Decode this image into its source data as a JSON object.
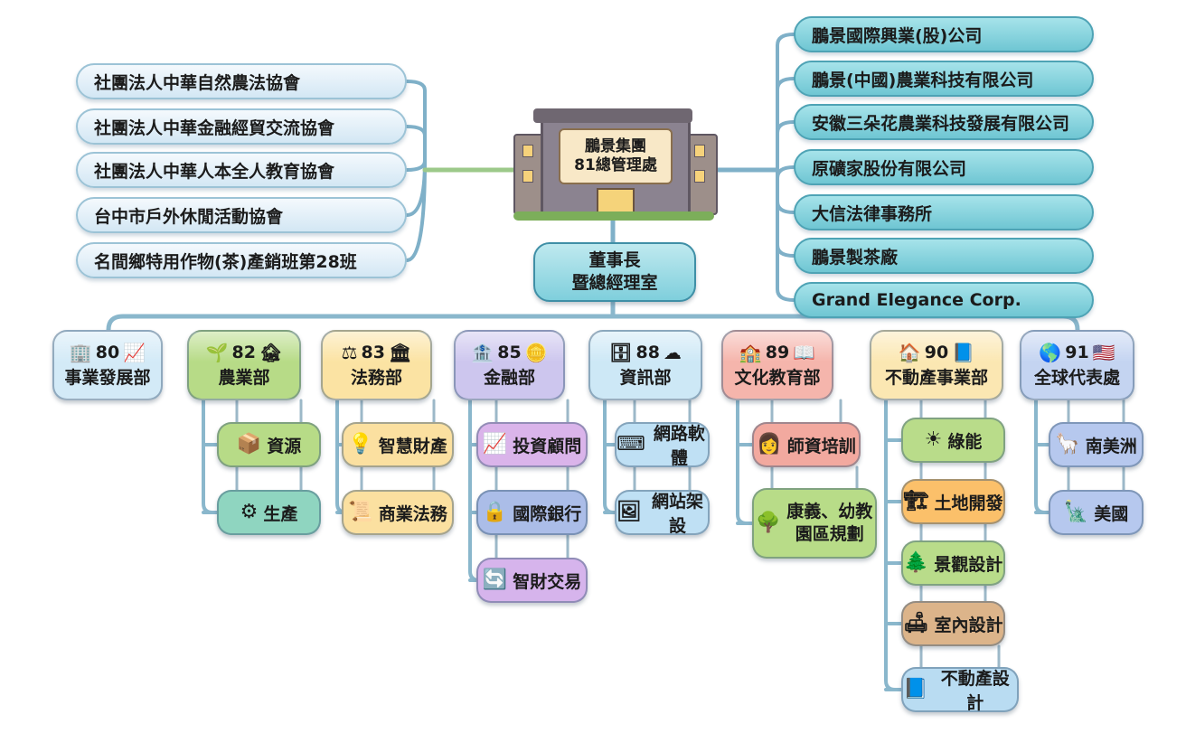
{
  "headquarters": {
    "line1": "鵬景集團",
    "line2": "81總管理處"
  },
  "chairman": {
    "line1": "董事長",
    "line2": "暨總經理室"
  },
  "associations": [
    "社團法人中華自然農法協會",
    "社團法人中華金融經貿交流協會",
    "社團法人中華人本全人教育協會",
    "台中市戶外休閒活動協會",
    "名間鄉特用作物(茶)產銷班第28班"
  ],
  "companies": [
    "鵬景國際興業(股)公司",
    "鵬景(中國)農業科技有限公司",
    "安徽三朵花農業科技發展有限公司",
    "原礦家股份有限公司",
    "大信法律事務所",
    "鵬景製茶廠",
    "Grand Elegance Corp."
  ],
  "departments": [
    {
      "code": "80",
      "name": "事業發展部",
      "color": "#d3eaf7",
      "icons": [
        "office-building-icon",
        "growth-chart-icon"
      ],
      "subs": []
    },
    {
      "code": "82",
      "name": "農業部",
      "color": "#b7db87",
      "icons": [
        "crops-icon",
        "barn-icon"
      ],
      "subs": [
        {
          "name": "資源",
          "color": "#b7db87",
          "icon": "boxes-icon"
        },
        {
          "name": "生產",
          "color": "#8fd5c0",
          "icon": "gear-icon"
        }
      ]
    },
    {
      "code": "83",
      "name": "法務部",
      "color": "#fbe3a3",
      "icons": [
        "scales-icon",
        "courthouse-icon"
      ],
      "subs": [
        {
          "name": "智慧財產",
          "color": "#fbe0a0",
          "icon": "lightbulb-icon"
        },
        {
          "name": "商業法務",
          "color": "#fbe0a0",
          "icon": "scroll-icon"
        }
      ]
    },
    {
      "code": "85",
      "name": "金融部",
      "color": "#cdc6ee",
      "icons": [
        "bank-icon",
        "coin-hand-icon"
      ],
      "subs": [
        {
          "name": "投資顧問",
          "color": "#dab4ea",
          "icon": "chart-icon"
        },
        {
          "name": "國際銀行",
          "color": "#abbde8",
          "icon": "safe-icon"
        },
        {
          "name": "智財交易",
          "color": "#d6b4ec",
          "icon": "exchange-icon"
        }
      ]
    },
    {
      "code": "88",
      "name": "資訊部",
      "color": "#cde8f6",
      "icons": [
        "server-icon",
        "cloud-network-icon"
      ],
      "subs": [
        {
          "name": "網路軟體",
          "color": "#bfe0f4",
          "icon": "code-icon"
        },
        {
          "name": "網站架設",
          "color": "#bfe0f4",
          "icon": "webpage-icon"
        }
      ]
    },
    {
      "code": "89",
      "name": "文化教育部",
      "color": "#f5b5ac",
      "icons": [
        "school-icon",
        "book-icon"
      ],
      "subs": [
        {
          "name": "師資培訓",
          "color": "#f2a99f",
          "icon": "teacher-icon"
        },
        {
          "name": "康義、幼教園區規劃",
          "color": "#b8dc88",
          "icon": "tree-icon"
        }
      ]
    },
    {
      "code": "90",
      "name": "不動產事業部",
      "color": "#fbe7b2",
      "icons": [
        "house-icon",
        "blueprint-icon"
      ],
      "subs": [
        {
          "name": "綠能",
          "color": "#b9dc8a",
          "icon": "solar-panel-icon"
        },
        {
          "name": "土地開發",
          "color": "#fbc06a",
          "icon": "crane-icon"
        },
        {
          "name": "景觀設計",
          "color": "#b9dc8a",
          "icon": "trees-icon"
        },
        {
          "name": "室內設計",
          "color": "#dcb48a",
          "icon": "furniture-icon"
        },
        {
          "name": "不動產設計",
          "color": "#b9dcf2",
          "icon": "blueprint-icon"
        }
      ]
    },
    {
      "code": "91",
      "name": "全球代表處",
      "color": "#c4d4f1",
      "icons": [
        "globe-icon",
        "flags-icon"
      ],
      "subs": [
        {
          "name": "南美洲",
          "color": "#b6c8ee",
          "icon": "llama-icon"
        },
        {
          "name": "美國",
          "color": "#b6c8ee",
          "icon": "statue-of-liberty-icon"
        }
      ]
    }
  ]
}
